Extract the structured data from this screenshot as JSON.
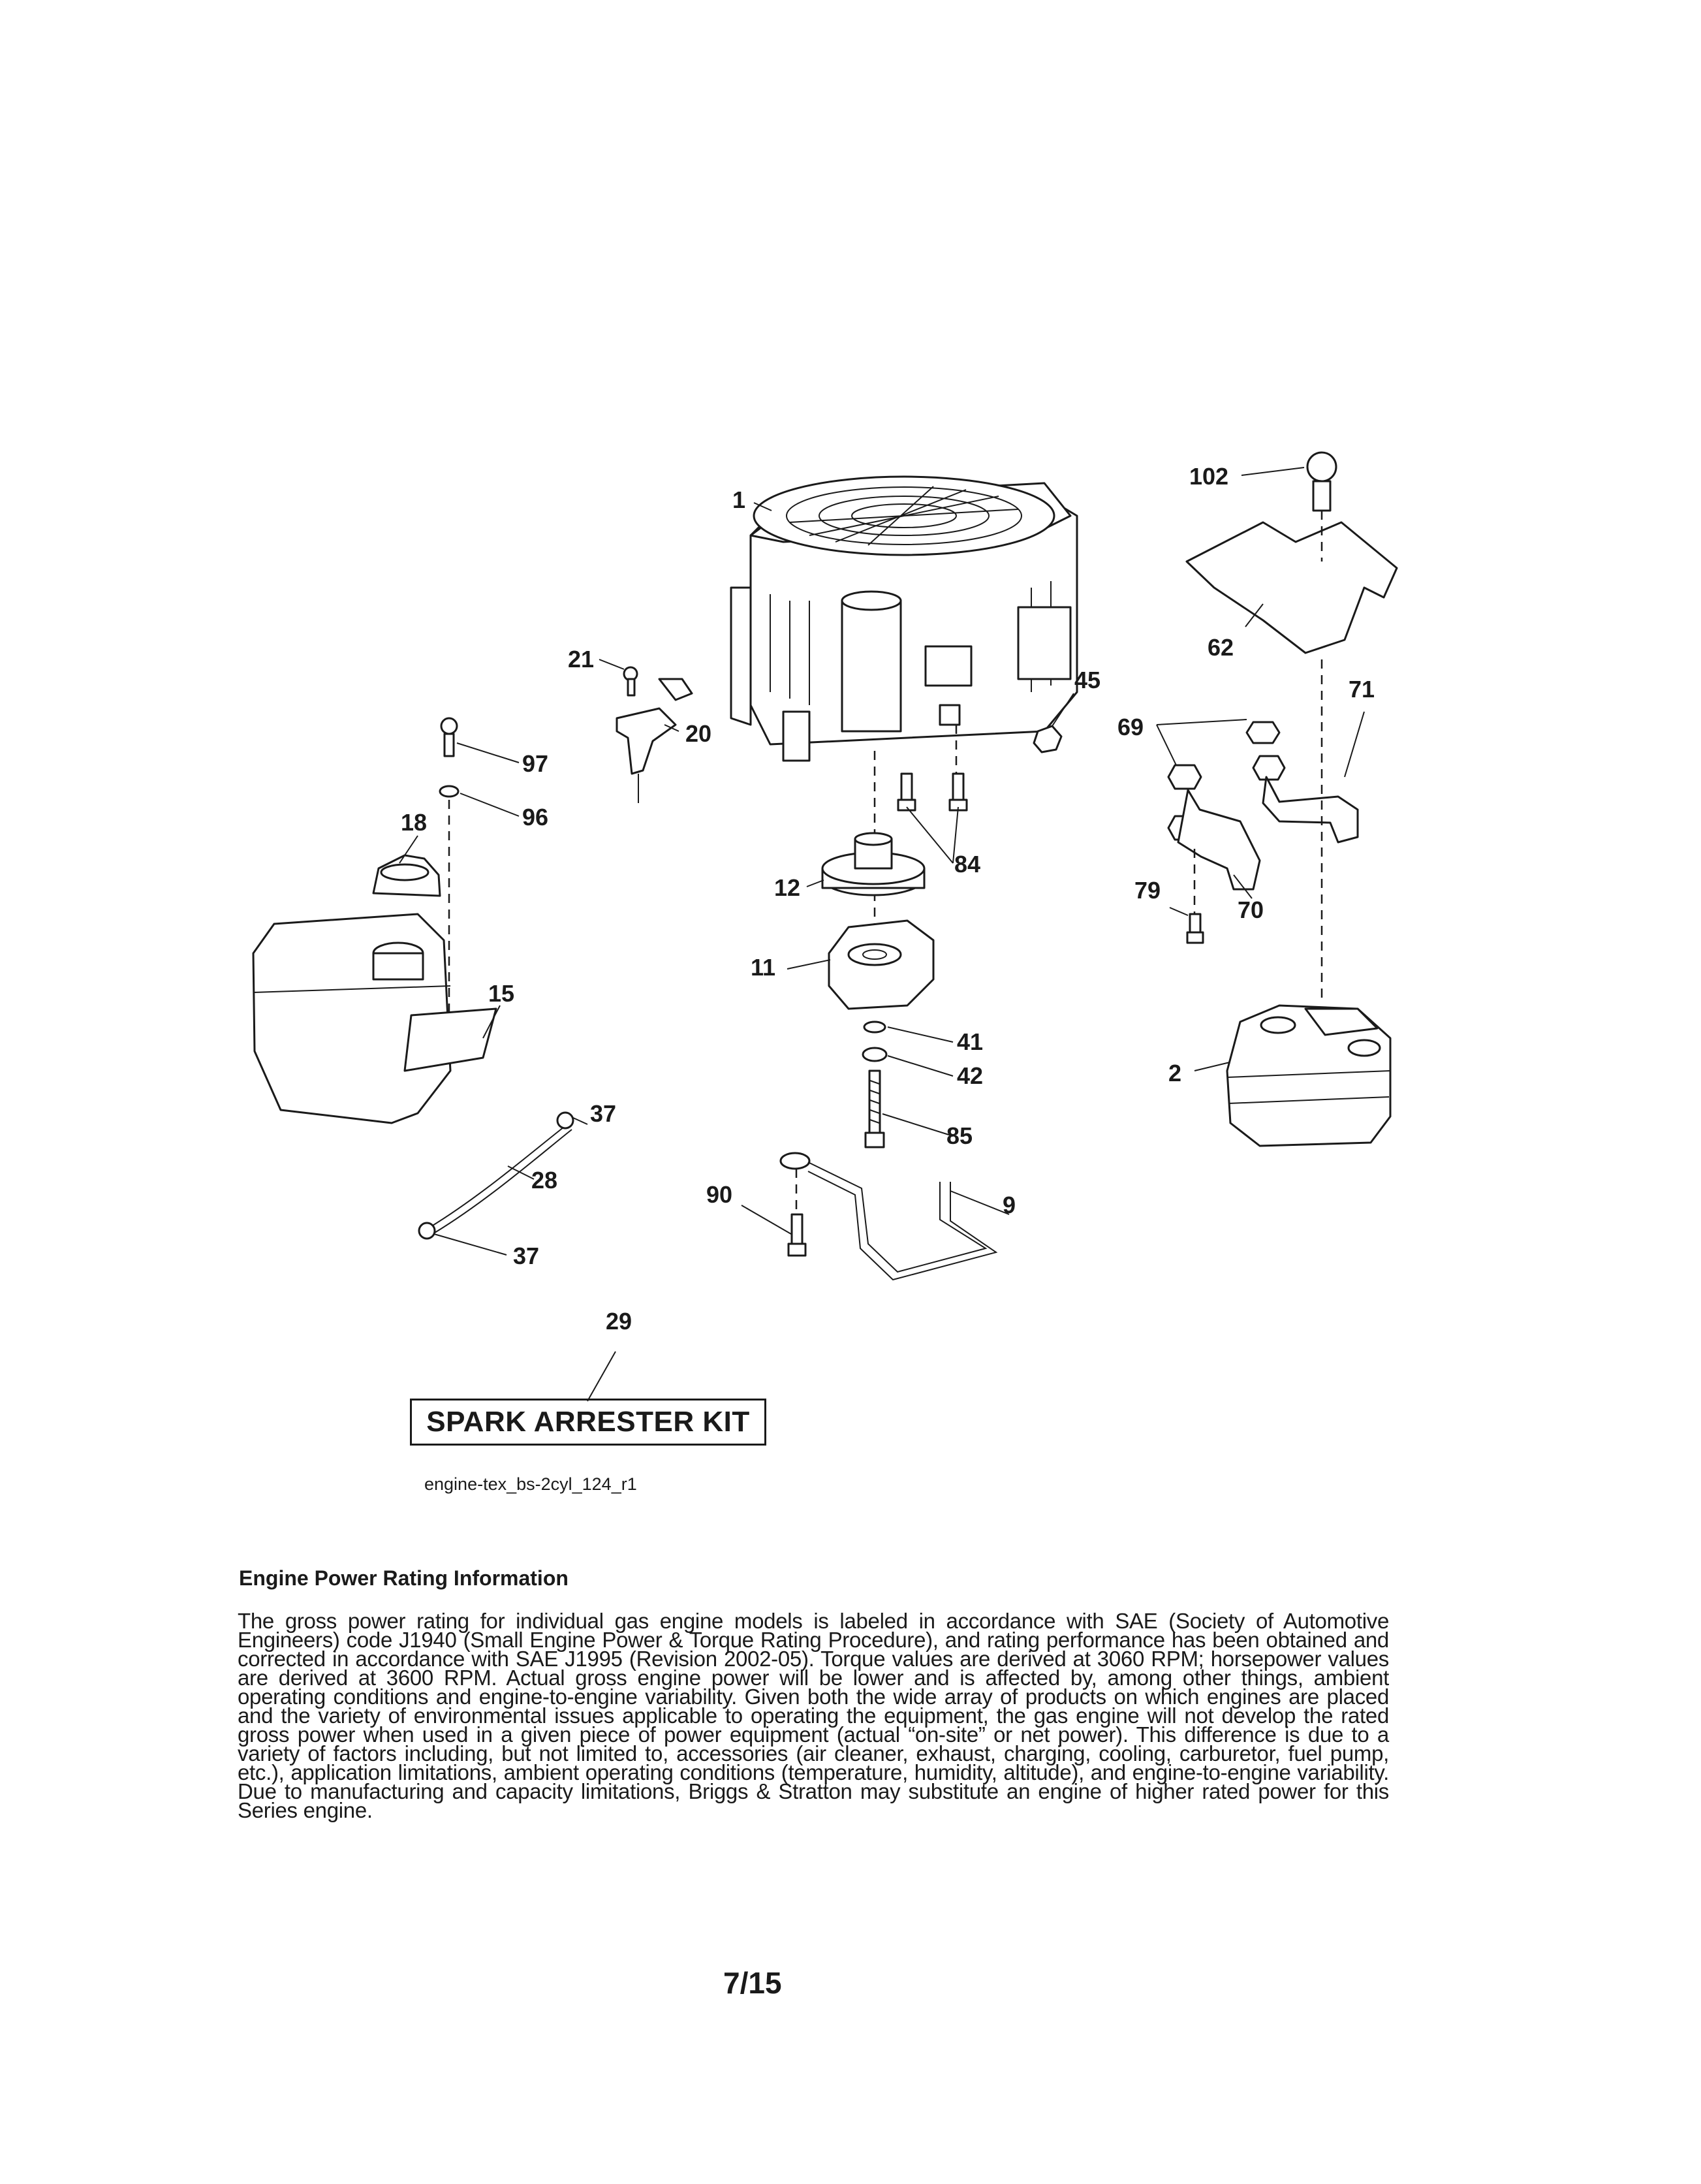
{
  "diagram": {
    "callouts": {
      "c1": "1",
      "c102": "102",
      "c62": "62",
      "c45": "45",
      "c71": "71",
      "c21": "21",
      "c20": "20",
      "c97": "97",
      "c96": "96",
      "c18": "18",
      "c69": "69",
      "c12": "12",
      "c84": "84",
      "c79": "79",
      "c70": "70",
      "c11": "11",
      "c15": "15",
      "c41": "41",
      "c42": "42",
      "c2": "2",
      "c37a": "37",
      "c85": "85",
      "c28": "28",
      "c90": "90",
      "c9": "9",
      "c37b": "37",
      "c29": "29"
    },
    "kit_label": "SPARK ARRESTER KIT",
    "figure_id": "engine-tex_bs-2cyl_124_r1"
  },
  "rating": {
    "title": "Engine Power Rating Information",
    "body": "The gross power rating for individual gas engine models is labeled in accordance with SAE (Society of Automotive Engineers) code J1940 (Small Engine Power & Torque Rating Procedure), and rating performance has been obtained and corrected in accordance with SAE J1995 (Revision 2002-05). Torque values are derived at 3060 RPM; horsepower values are derived at 3600 RPM. Actual gross engine power will be lower and is affected by, among other things, ambient operating conditions and engine-to-engine variability. Given both the wide array of products on which engines are placed and the variety of environmental issues applicable to operating the equipment, the gas engine will not develop the rated gross power when used in a given piece of power equipment (actual “on-site” or net power). This difference is due to a variety of factors including, but not limited to, accessories (air cleaner, exhaust, charging, cooling, carburetor, fuel pump, etc.), application limitations, ambient operating conditions (temperature, humidity, altitude), and engine-to-engine variability. Due to manufacturing and capacity limitations, Briggs & Stratton may substitute an engine of higher rated power for this Series engine."
  },
  "page": {
    "number": "7/15"
  }
}
